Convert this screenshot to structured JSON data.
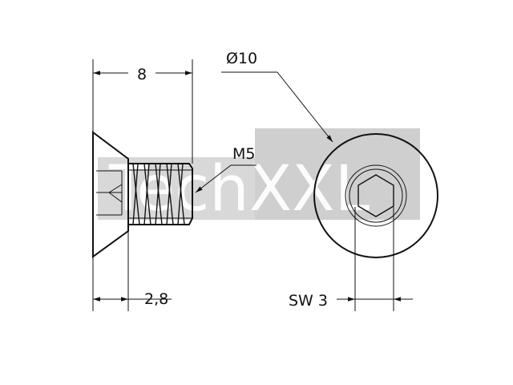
{
  "dimensions": {
    "overall_length": "8",
    "head_height": "2,8",
    "thread": "M5",
    "head_diameter": "Ø10",
    "socket_size": "SW 3"
  },
  "watermark": {
    "text": "TechXXL"
  },
  "colors": {
    "line": "#111111",
    "watermark_bg": "#cfcfcf",
    "background": "#ffffff"
  }
}
